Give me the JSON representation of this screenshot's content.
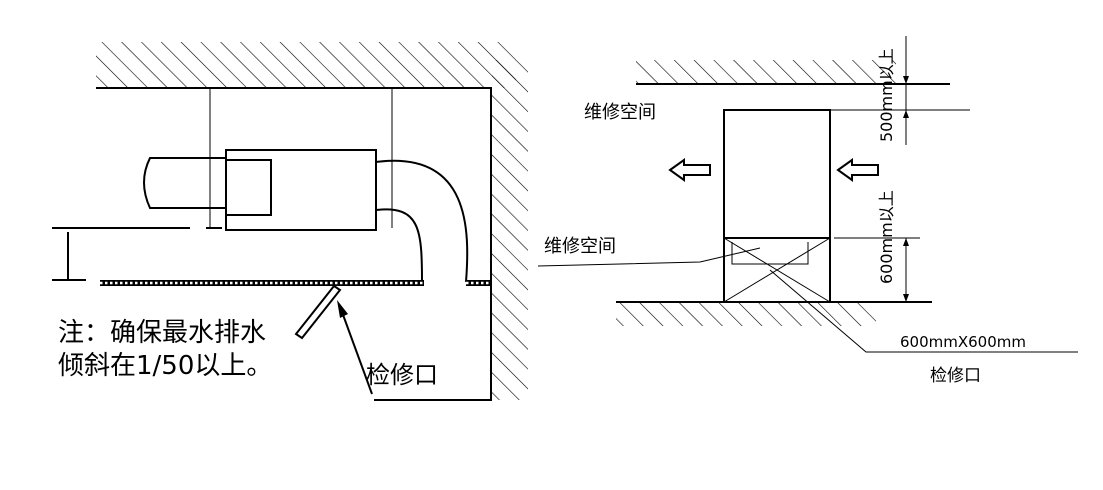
{
  "left_diagram": {
    "note_line1": "注：确保最水排水",
    "note_line2": "倾斜在1/50以上。",
    "access_label": "检修口"
  },
  "right_diagram": {
    "maintenance_space_top": "维修空间",
    "maintenance_space_bottom": "维修空间",
    "clearance_top": "500mm以上",
    "clearance_bottom": "600mm以上",
    "opening_size": "600mmX600mm",
    "access_label": "检修口"
  },
  "colors": {
    "line": "#000000",
    "background": "#ffffff"
  }
}
